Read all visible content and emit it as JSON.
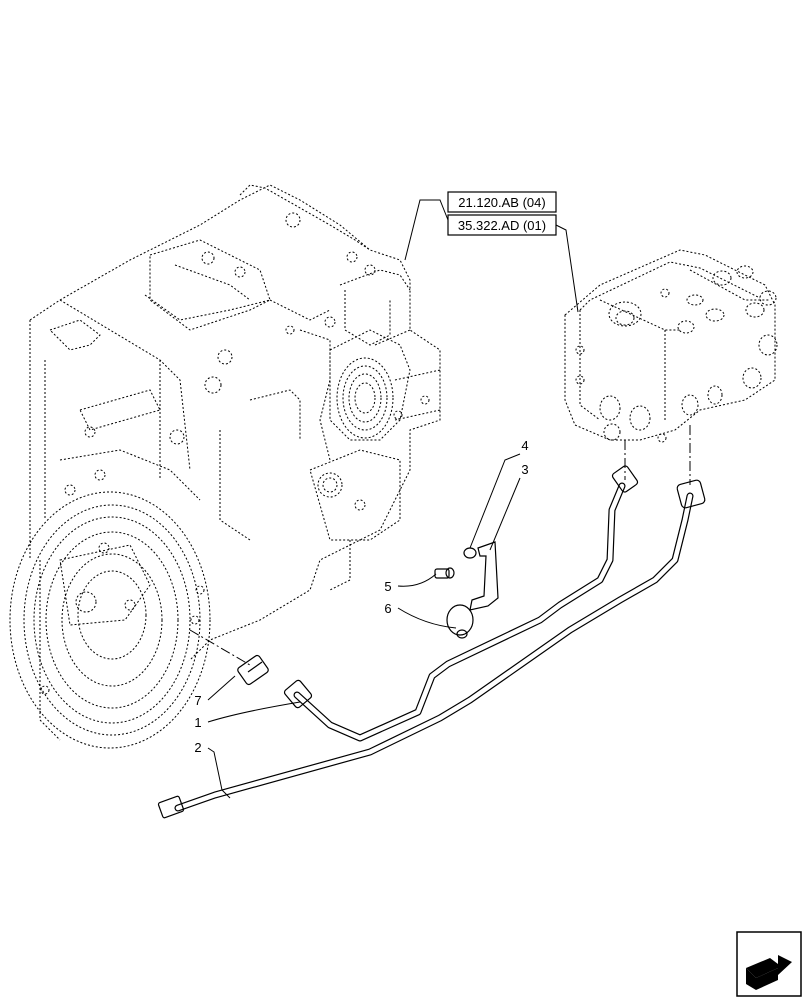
{
  "references": [
    {
      "id": "ref-1",
      "text": "21.120.AB (04)"
    },
    {
      "id": "ref-2",
      "text": "35.322.AD (01)"
    }
  ],
  "callouts": [
    "1",
    "2",
    "3",
    "4",
    "5",
    "6",
    "7"
  ],
  "nav_icon": "arrow-next-page-icon"
}
